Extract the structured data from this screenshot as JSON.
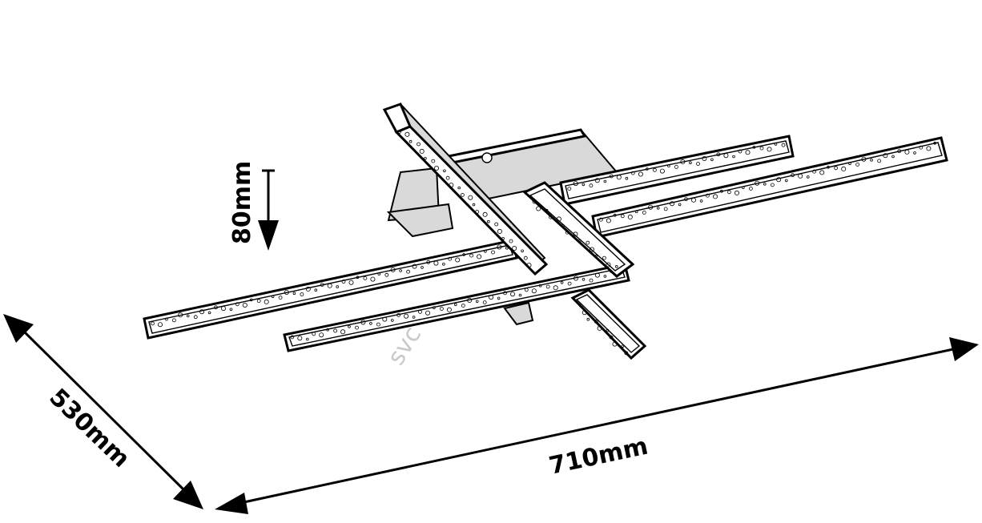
{
  "drawing": {
    "subject": "",
    "dimensions": {
      "height": "80mm",
      "depth": "530mm",
      "width": "710mm"
    },
    "watermark": "svc"
  },
  "colors": {
    "line": "#000000",
    "background": "#ffffff",
    "shade": "#d9d9d9",
    "watermark": "#c9c9c9"
  }
}
